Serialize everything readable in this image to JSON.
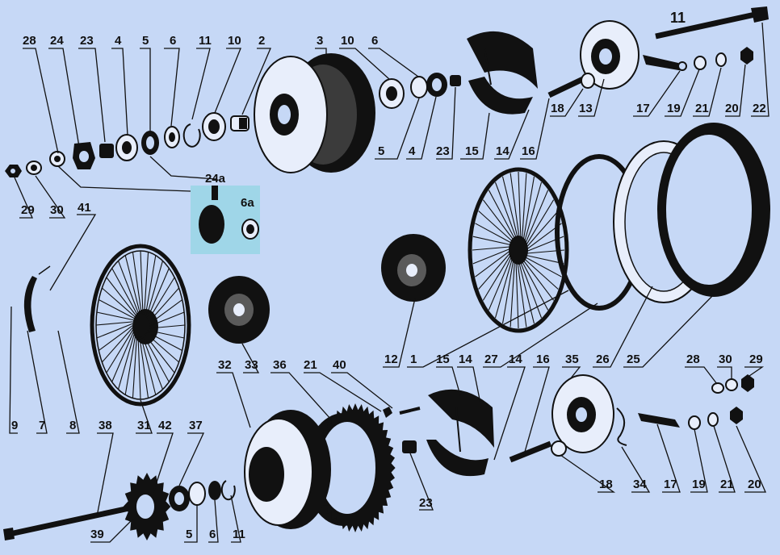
{
  "diagram": {
    "labels_top": [
      "28",
      "24",
      "23",
      "4",
      "5",
      "6",
      "11",
      "10",
      "2",
      "3",
      "10",
      "6",
      "11",
      "22",
      "17",
      "19",
      "21",
      "20",
      "13",
      "18",
      "14",
      "16",
      "15",
      "23",
      "4",
      "5",
      "29",
      "30"
    ],
    "labels_middle": [
      "41",
      "24a",
      "6a",
      "12",
      "1",
      "15",
      "14",
      "27",
      "14",
      "26",
      "25",
      "28",
      "30",
      "29",
      "9",
      "7",
      "8",
      "31",
      "32",
      "33",
      "36",
      "21",
      "40",
      "16",
      "35"
    ],
    "labels_bottom": [
      "38",
      "42",
      "37",
      "39",
      "5",
      "6",
      "11",
      "23",
      "18",
      "34",
      "17",
      "19",
      "21",
      "20"
    ]
  }
}
